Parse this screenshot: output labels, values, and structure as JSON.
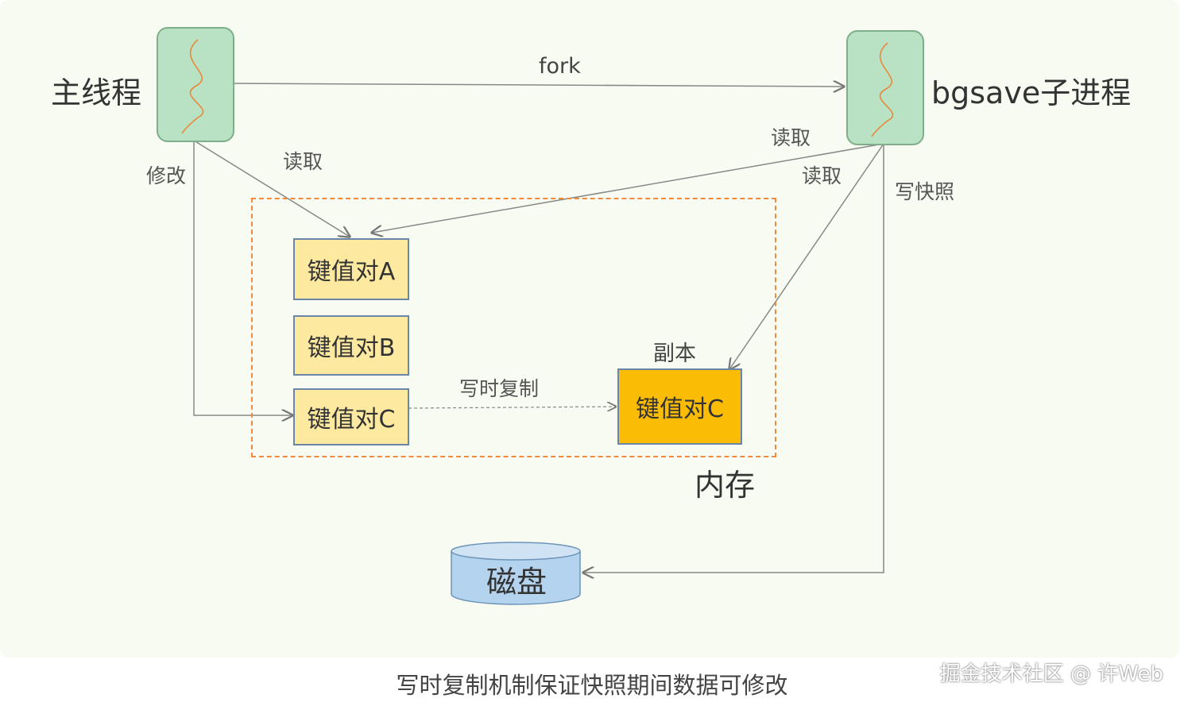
{
  "labels": {
    "main_thread": "主线程",
    "child_process": "bgsave子进程",
    "fork": "fork",
    "modify": "修改",
    "read_main": "读取",
    "read_child_1": "读取",
    "read_child_2": "读取",
    "write_snapshot": "写快照",
    "copy_on_write": "写时复制",
    "replica": "副本",
    "memory": "内存",
    "disk": "磁盘"
  },
  "kv": {
    "a": "键值对A",
    "b": "键值对B",
    "c": "键值对C",
    "c_copy": "键值对C"
  },
  "caption": "写时复制机制保证快照期间数据可修改",
  "watermark": "掘金技术社区 @ 许Web",
  "colors": {
    "thread_fill": "#b9e2c4",
    "kv_fill": "#fde9a0",
    "copy_fill": "#fbbc05",
    "memory_border": "#f08a3c",
    "disk_fill": "#b4d3ee"
  }
}
